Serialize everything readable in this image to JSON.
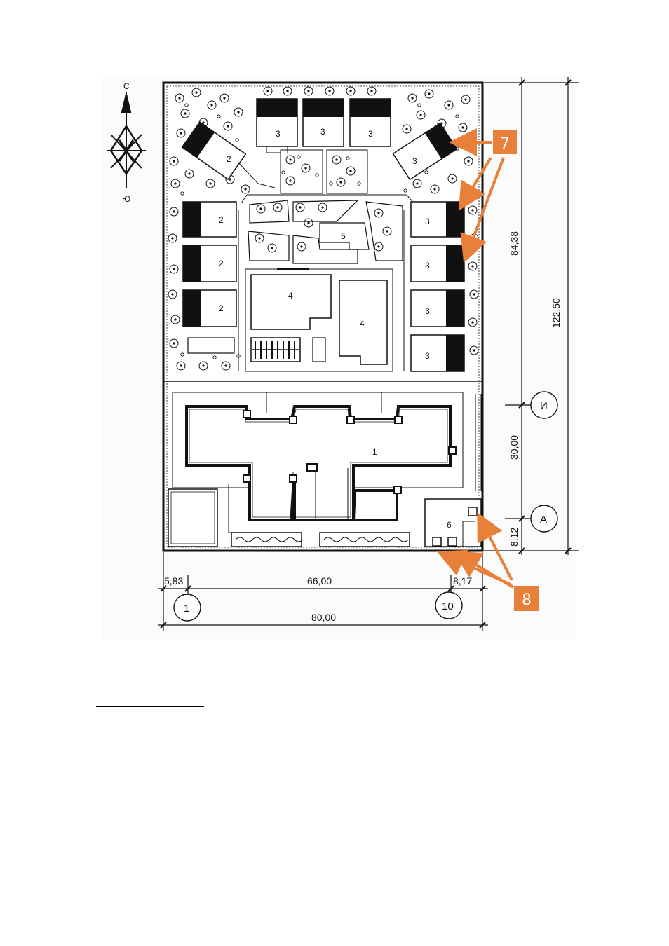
{
  "compass": {
    "north": "С",
    "south": "Ю"
  },
  "zones": {
    "z1": "1",
    "z2": "2",
    "z3": "3",
    "z4": "4",
    "z5": "5",
    "z6": "6"
  },
  "dimensions": {
    "width_total": "80,00",
    "width_mid": "66,00",
    "width_left": "5,83",
    "width_right": "8,17",
    "height_total": "122,50",
    "height_top": "84,38",
    "height_mid": "30,00",
    "height_bottom": "8,12"
  },
  "grid_axes": {
    "axis_1": "1",
    "axis_10": "10",
    "axis_i": "И",
    "axis_a": "А"
  },
  "callouts": {
    "c7": "7",
    "c8": "8"
  },
  "colors": {
    "callout": "#E8803A",
    "ink": "#111111"
  }
}
